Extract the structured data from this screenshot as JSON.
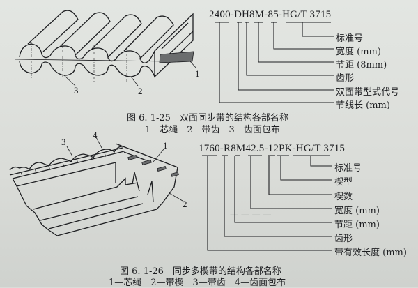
{
  "figure_25": {
    "designation": "2400-DH8M-85-HG/T 3715",
    "labels": [
      "标准号",
      "宽度 (mm)",
      "节距 (8mm)",
      "齿形",
      "双面带型式代号",
      "节线长 (mm)"
    ],
    "caption_title": "图 6. 1-25　双面同步带的结构各部名称",
    "caption_legend": "1—芯绳　2—带齿　3—齿面包布",
    "callouts": [
      "1",
      "2",
      "3"
    ]
  },
  "figure_26": {
    "designation": "1760-R8M42.5-12PK-HG/T 3715",
    "labels": [
      "标准号",
      "楔型",
      "楔数",
      "宽度 (mm)",
      "节距 (mm)",
      "齿形",
      "带有效长度 (mm)"
    ],
    "caption_title": "图 6. 1-26　同步多楔带的结构各部名称",
    "caption_legend": "1—芯绳　2—带楔　3—带齿　4—齿面包布",
    "callouts": [
      "1",
      "2",
      "3",
      "4"
    ]
  },
  "colors": {
    "paper": "#dcdfdb",
    "ink": "#1e1f22"
  }
}
